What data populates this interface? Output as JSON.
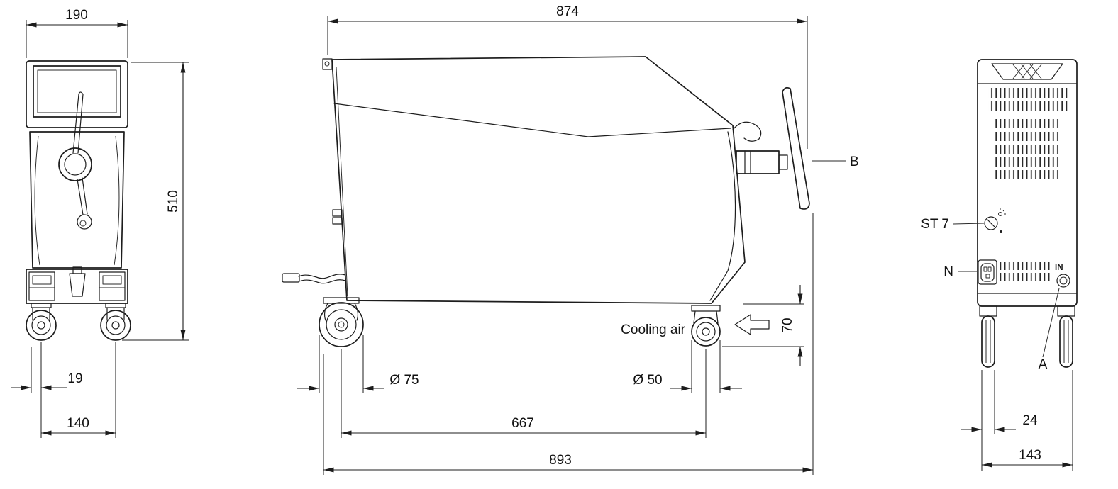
{
  "front_view": {
    "dim_width": "190",
    "dim_height": "510",
    "dim_wheel_offset": "19",
    "dim_wheel_track": "140"
  },
  "side_view": {
    "dim_body_length": "874",
    "dim_front_wheel": "Ø 75",
    "dim_rear_wheel": "Ø 50",
    "dim_wheelbase": "667",
    "dim_overall_length": "893",
    "dim_rear_clearance": "70",
    "cooling_air": "Cooling air",
    "label_b": "B"
  },
  "rear_view": {
    "label_st7": "ST 7",
    "label_n": "N",
    "label_in": "IN",
    "label_a": "A",
    "dim_wheel_width": "24",
    "dim_track": "143"
  },
  "colors": {
    "line": "#1d1d1d",
    "background": "#ffffff"
  }
}
